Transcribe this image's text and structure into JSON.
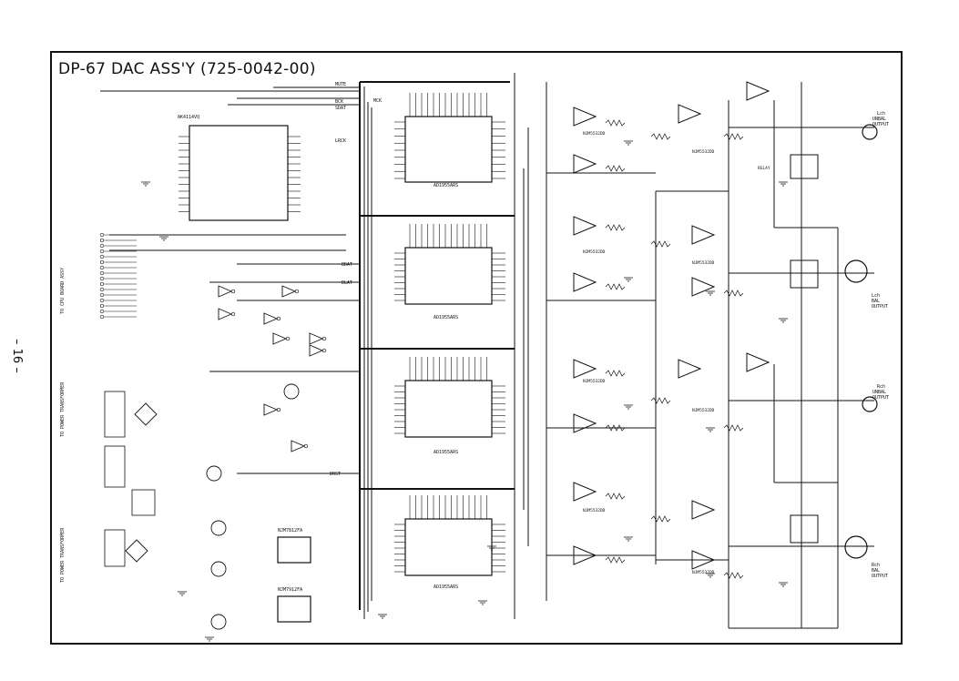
{
  "title": "DP-67 DAC ASS'Y (725-0042-00)",
  "page_number": "– 16 –",
  "ic_labels": {
    "receiver": "AK4114VQ",
    "dac": "AD1955ARS",
    "opamp": "NJM5532DD",
    "regulator_pos": "NJM7812FA",
    "regulator_neg": "NJM7912FA"
  },
  "net_labels": [
    "MUTE",
    "BCK",
    "SDAT",
    "LRCK",
    "BDAT",
    "DLAT",
    "MCK",
    "DRST"
  ],
  "output_labels": [
    {
      "name": "Lch UNBAL OUTPUT",
      "lines": [
        "Lch",
        "UNBAL",
        "OUTPUT"
      ]
    },
    {
      "name": "Lch BAL OUTPUT",
      "lines": [
        "Lch",
        "BAL",
        "OUTPUT"
      ]
    },
    {
      "name": "Rch UNBAL OUTPUT",
      "lines": [
        "Rch",
        "UNBAL",
        "OUTPUT"
      ]
    },
    {
      "name": "Rch BAL OUTPUT",
      "lines": [
        "Rch",
        "BAL",
        "OUTPUT"
      ]
    }
  ],
  "connector_labels": [
    "TO CPU BOARD ASSY",
    "TO POWER TRANSFORMER",
    "TO POWER TRANSFORMER"
  ],
  "relay_label": "RELAY",
  "colors": {
    "ink": "#111111",
    "paper": "#ffffff"
  }
}
